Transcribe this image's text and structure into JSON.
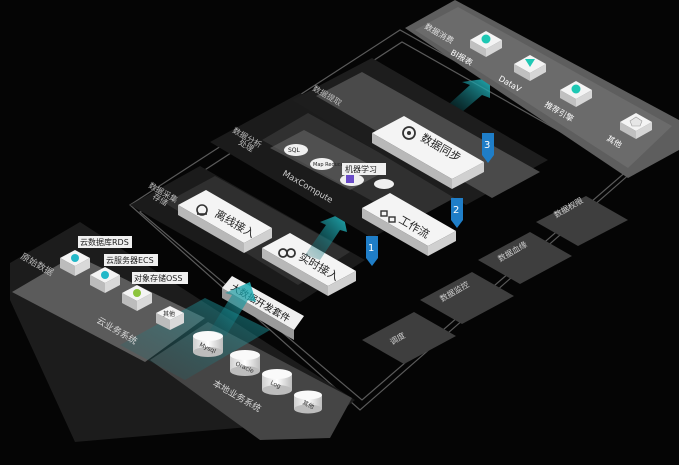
{
  "layers": {
    "source": {
      "title": "原始数据"
    },
    "ingest": {
      "title": "数据采集存储",
      "title_line1": "数据采集",
      "title_line2": "存储"
    },
    "analysis": {
      "title": "数据分析处理",
      "title_line1": "数据分析",
      "title_line2": "处理"
    },
    "extract": {
      "title": "数据提取"
    },
    "consume": {
      "title": "数据消费"
    }
  },
  "cloud_systems": {
    "label": "云业务系统",
    "items": [
      {
        "label": "云数据库RDS",
        "icon": "rds-icon",
        "color": "#22b8c8"
      },
      {
        "label": "云服务器ECS",
        "icon": "ecs-icon",
        "color": "#22b8c8"
      },
      {
        "label": "对象存储OSS",
        "icon": "oss-icon",
        "color": "#8cc43c"
      }
    ],
    "other_chip": "其他"
  },
  "local_systems": {
    "label": "本地业务系统",
    "disks": [
      "Mysql",
      "Oracle",
      "Log",
      "其他"
    ]
  },
  "bigdata_suite": {
    "label": "大数据开发套件"
  },
  "ingest_boxes": {
    "offline": "离线接入",
    "realtime": "实时接入"
  },
  "maxcompute": {
    "label": "MaxCompute",
    "chips": [
      "SQL",
      "Map Reduce"
    ],
    "ml_label": "机器学习"
  },
  "workflow": {
    "label": "工作流"
  },
  "sync": {
    "label": "数据同步"
  },
  "steps": [
    "1",
    "2",
    "3"
  ],
  "consumers": [
    {
      "label": "BI报表",
      "icon": "bi-report-icon",
      "color": "#1ec8b4"
    },
    {
      "label": "DataV",
      "icon": "datav-icon",
      "color": "#1ec8b4"
    },
    {
      "label": "推荐引擎",
      "icon": "recommend-icon",
      "color": "#1ec8b4"
    },
    {
      "label": "其他",
      "icon": "other-icon",
      "color": "#888888"
    }
  ],
  "governance": [
    "数据权限",
    "数据血缘",
    "数据监控",
    "调度"
  ],
  "colors": {
    "accent_teal": "#1fb4b4",
    "step_blue": "#1f7ec8",
    "panel_dark": "#2b2b2b",
    "panel_mid": "#4a4a4a",
    "box_white": "#f2f2f2"
  }
}
